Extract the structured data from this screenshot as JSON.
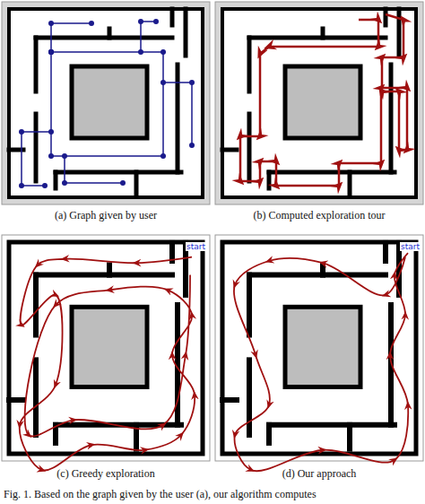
{
  "diagram": {
    "caption": "Fig. 1. Based on the graph given by the user (a), our algorithm computes",
    "labels": [
      "(a) Graph given by user",
      "(b) Computed exploration tour",
      "start",
      "start",
      "(c) Greedy exploration",
      "(d) Our approach"
    ]
  }
}
